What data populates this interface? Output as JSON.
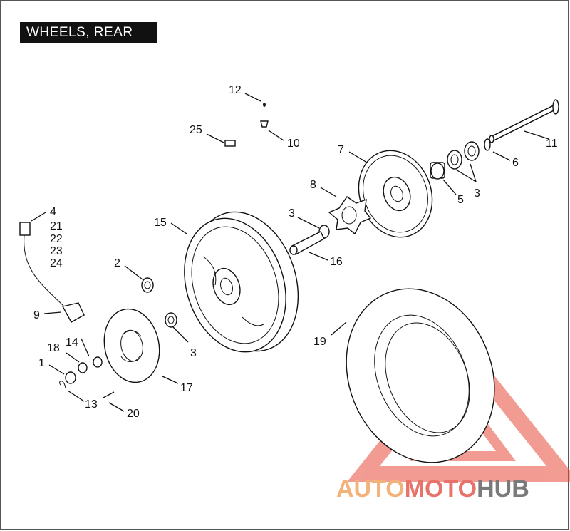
{
  "title": "WHEELS, REAR",
  "watermark": {
    "part1": "AUTO",
    "part2": "MOTO",
    "part3": "HUB",
    "color1": "#f2b27a",
    "color2": "#e8736a",
    "color3": "#7a7a7a",
    "triangle_color": "#e84b3c"
  },
  "callouts": {
    "c1": "1",
    "c2": "2",
    "c3a": "3",
    "c3b": "3",
    "c3c": "3",
    "c4": "4",
    "c21": "21",
    "c22": "22",
    "c23": "23",
    "c24": "24",
    "c5": "5",
    "c6": "6",
    "c7": "7",
    "c8": "8",
    "c9": "9",
    "c10": "10",
    "c11": "11",
    "c12": "12",
    "c13": "13",
    "c14": "14",
    "c15": "15",
    "c16": "16",
    "c17": "17",
    "c18": "18",
    "c19": "19",
    "c20": "20",
    "c25": "25"
  }
}
